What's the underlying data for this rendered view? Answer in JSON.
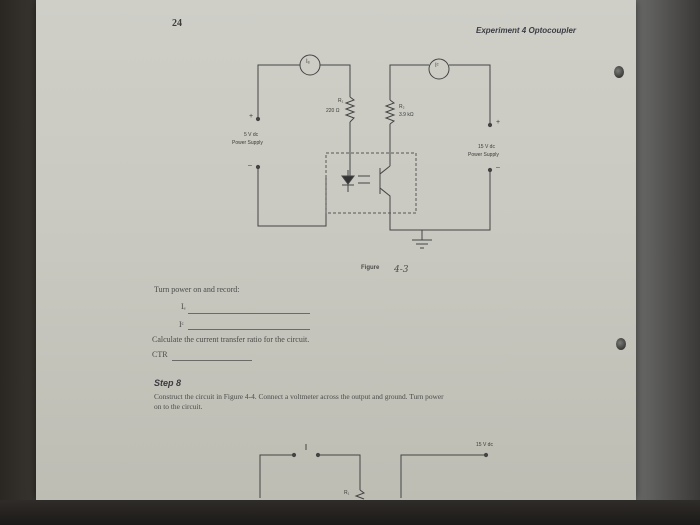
{
  "page": {
    "number": "24",
    "header": "Experiment 4  Optocoupler"
  },
  "circuit": {
    "meter1": "Iₑ",
    "meter2": "Iᶜ",
    "r1_label": "R₁",
    "r1_value": "220 Ω",
    "r2_label": "R₂",
    "r2_value": "3.9 kΩ",
    "left_supply_voltage": "5 V dc",
    "left_supply_name": "Power Supply",
    "right_supply_voltage": "15 V dc",
    "right_supply_name": "Power Supply",
    "plus": "+",
    "minus": "–",
    "figure_label": "Figure",
    "figure_number": "4-3"
  },
  "record": {
    "instruction": "Turn power on and record:",
    "if_label": "Iₑ",
    "ic_label": "Iᶜ",
    "ctr_instruction": "Calculate the current transfer ratio for the circuit.",
    "ctr_label": "CTR"
  },
  "step8": {
    "heading": "Step 8",
    "text_line1": "Construct the circuit in Figure 4-4. Connect a voltmeter across the output and ground. Turn power",
    "text_line2": "on to the circuit."
  },
  "bottom_circuit": {
    "supply_voltage": "15 V dc",
    "r_label": "R₁"
  }
}
